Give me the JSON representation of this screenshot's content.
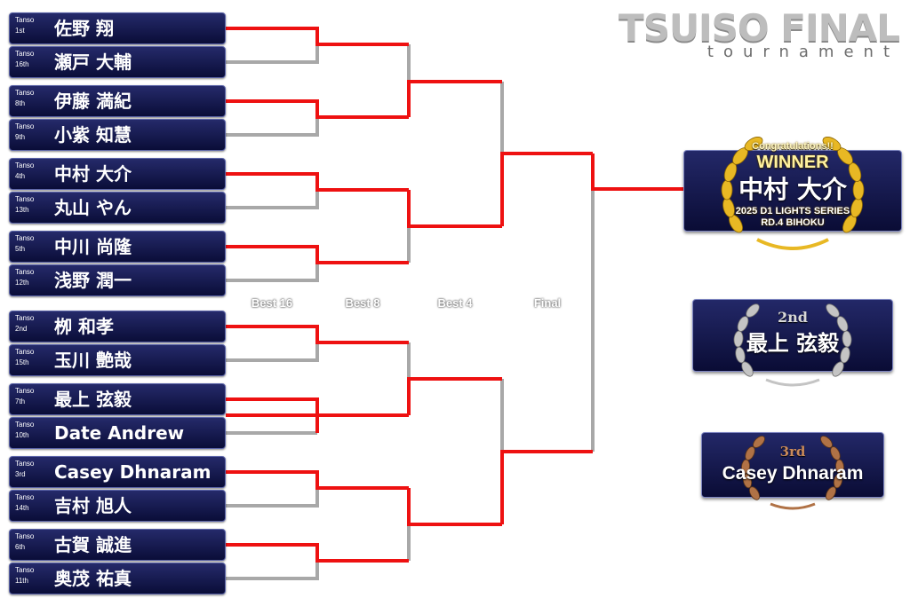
{
  "header": {
    "title": "TSUISO FINAL",
    "subtitle": "tournament"
  },
  "rounds": [
    "Best 16",
    "Best 8",
    "Best 4",
    "Final"
  ],
  "entries": [
    {
      "tanso": "Tanso",
      "seed": "1st",
      "name": "佐野 翔"
    },
    {
      "tanso": "Tanso",
      "seed": "16th",
      "name": "瀬戸 大輔"
    },
    {
      "tanso": "Tanso",
      "seed": "8th",
      "name": "伊藤 満紀"
    },
    {
      "tanso": "Tanso",
      "seed": "9th",
      "name": "小紫 知慧"
    },
    {
      "tanso": "Tanso",
      "seed": "4th",
      "name": "中村 大介"
    },
    {
      "tanso": "Tanso",
      "seed": "13th",
      "name": "丸山 やん"
    },
    {
      "tanso": "Tanso",
      "seed": "5th",
      "name": "中川 尚隆"
    },
    {
      "tanso": "Tanso",
      "seed": "12th",
      "name": "浅野 潤一"
    },
    {
      "tanso": "Tanso",
      "seed": "2nd",
      "name": "栁 和孝"
    },
    {
      "tanso": "Tanso",
      "seed": "15th",
      "name": "玉川 艶哉"
    },
    {
      "tanso": "Tanso",
      "seed": "7th",
      "name": "最上 弦毅"
    },
    {
      "tanso": "Tanso",
      "seed": "10th",
      "name": "Date Andrew"
    },
    {
      "tanso": "Tanso",
      "seed": "3rd",
      "name": "Casey Dhnaram"
    },
    {
      "tanso": "Tanso",
      "seed": "14th",
      "name": "吉村 旭人"
    },
    {
      "tanso": "Tanso",
      "seed": "6th",
      "name": "古賀 誠進"
    },
    {
      "tanso": "Tanso",
      "seed": "11th",
      "name": "奥茂 祐真"
    }
  ],
  "winner": {
    "congrats": "Congratulations!!",
    "label": "WINNER",
    "name": "中村 大介",
    "series": "2025 D1 LIGHTS SERIES",
    "round": "RD.4 BIHOKU"
  },
  "second": {
    "place": "2nd",
    "name": "最上 弦毅"
  },
  "third": {
    "place": "3rd",
    "name": "Casey Dhnaram"
  },
  "colors": {
    "win_line": "#ee1111",
    "lose_line": "#a8a8a8",
    "box_dark": "#0a0d38",
    "gold": "#e8b824",
    "silver": "#b8b8b8",
    "bronze": "#a86a3c"
  }
}
